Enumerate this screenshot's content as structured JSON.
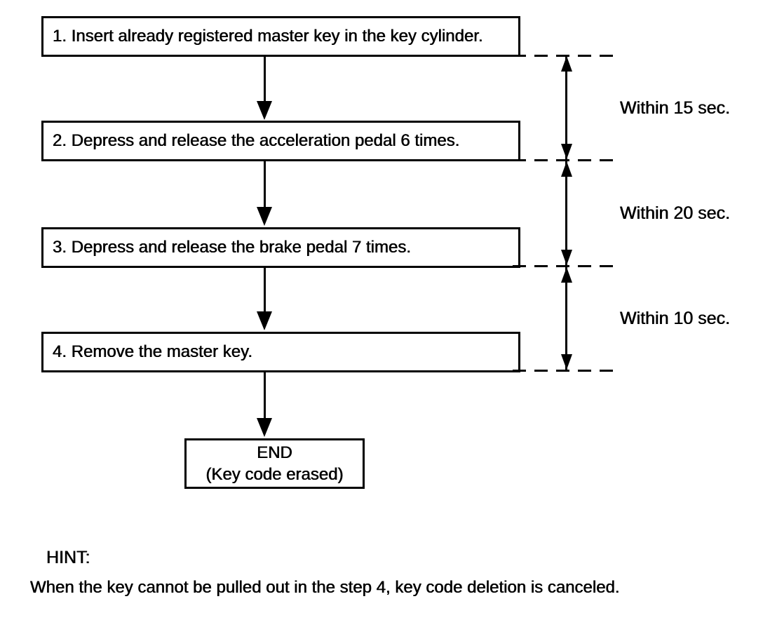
{
  "flowchart": {
    "steps": [
      {
        "label": "1. Insert already registered master key in the key cylinder."
      },
      {
        "label": "2. Depress and release the acceleration pedal 6 times."
      },
      {
        "label": "3. Depress and release the brake pedal 7 times."
      },
      {
        "label": "4. Remove the master key."
      }
    ],
    "end_box": {
      "line1": "END",
      "line2": "(Key code erased)"
    },
    "timing_labels": [
      {
        "label": "Within 15 sec."
      },
      {
        "label": "Within 20 sec."
      },
      {
        "label": "Within 10 sec."
      }
    ]
  },
  "hint": {
    "title": "HINT:",
    "text": "When the key cannot be pulled out in the step 4, key code deletion is canceled."
  },
  "colors": {
    "ink": "#000000",
    "background": "#ffffff"
  }
}
